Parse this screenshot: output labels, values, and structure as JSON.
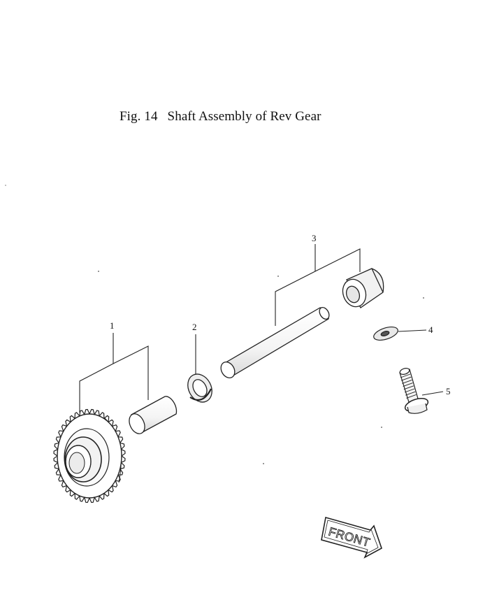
{
  "figure": {
    "number": "Fig. 14",
    "title": "Shaft Assembly of Rev Gear"
  },
  "callouts": [
    "1",
    "2",
    "3",
    "4",
    "5"
  ],
  "direction_marker": "FRONT"
}
